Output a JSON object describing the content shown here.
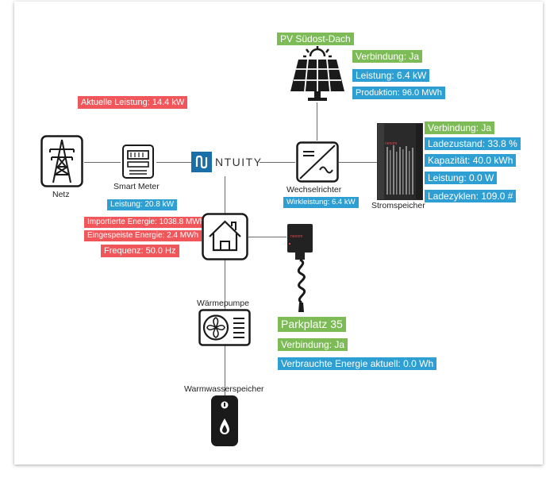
{
  "colors": {
    "red": "#f0565a",
    "blue": "#2e9fd3",
    "green": "#7dbb57",
    "dark": "#1a1a1a"
  },
  "icons": [
    "power-tower-icon",
    "smart-meter-icon",
    "solar-panel-icon",
    "inverter-icon",
    "battery-storage-icon",
    "house-icon",
    "wallbox-icon",
    "heat-pump-icon",
    "water-heater-icon",
    "ntuity-logo"
  ],
  "grid": {
    "label": "Netz",
    "aktuelle_leistung": "Aktuelle Leistung: 14.4 kW"
  },
  "meter": {
    "label": "Smart Meter",
    "leistung": "Leistung: 20.8 kW",
    "importiert": "Importierte Energie: 1038.8 MWh",
    "eingespeist": "Eingespeiste Energie: 2.4 MWh",
    "frequenz": "Frequenz: 50.0 Hz"
  },
  "logo": {
    "text": "NTUITY"
  },
  "pv": {
    "title": "PV Südost-Dach",
    "verbindung": "Verbindung: Ja",
    "leistung": "Leistung: 6.4 kW",
    "produktion": "Produktion: 96.0 MWh"
  },
  "inverter": {
    "label": "Wechselrichter",
    "wirkleistung": "Wirkleistung: 6.4 kW"
  },
  "storage": {
    "label": "Stromspeicher",
    "device_brand": "neoom",
    "verbindung": "Verbindung: Ja",
    "ladezustand": "Ladezustand: 33.8 %",
    "kapazitaet": "Kapazität: 40.0 kWh",
    "leistung": "Leistung: 0.0 W",
    "ladezyklen": "Ladezyklen: 109.0 #"
  },
  "wallbox": {
    "brand": "neoom",
    "title": "Parkplatz 35",
    "verbindung": "Verbindung: Ja",
    "energie": "Verbrauchte Energie aktuell: 0.0 Wh"
  },
  "heatpump": {
    "label": "Wärmepumpe"
  },
  "waterheater": {
    "label": "Warmwasserspeicher"
  }
}
